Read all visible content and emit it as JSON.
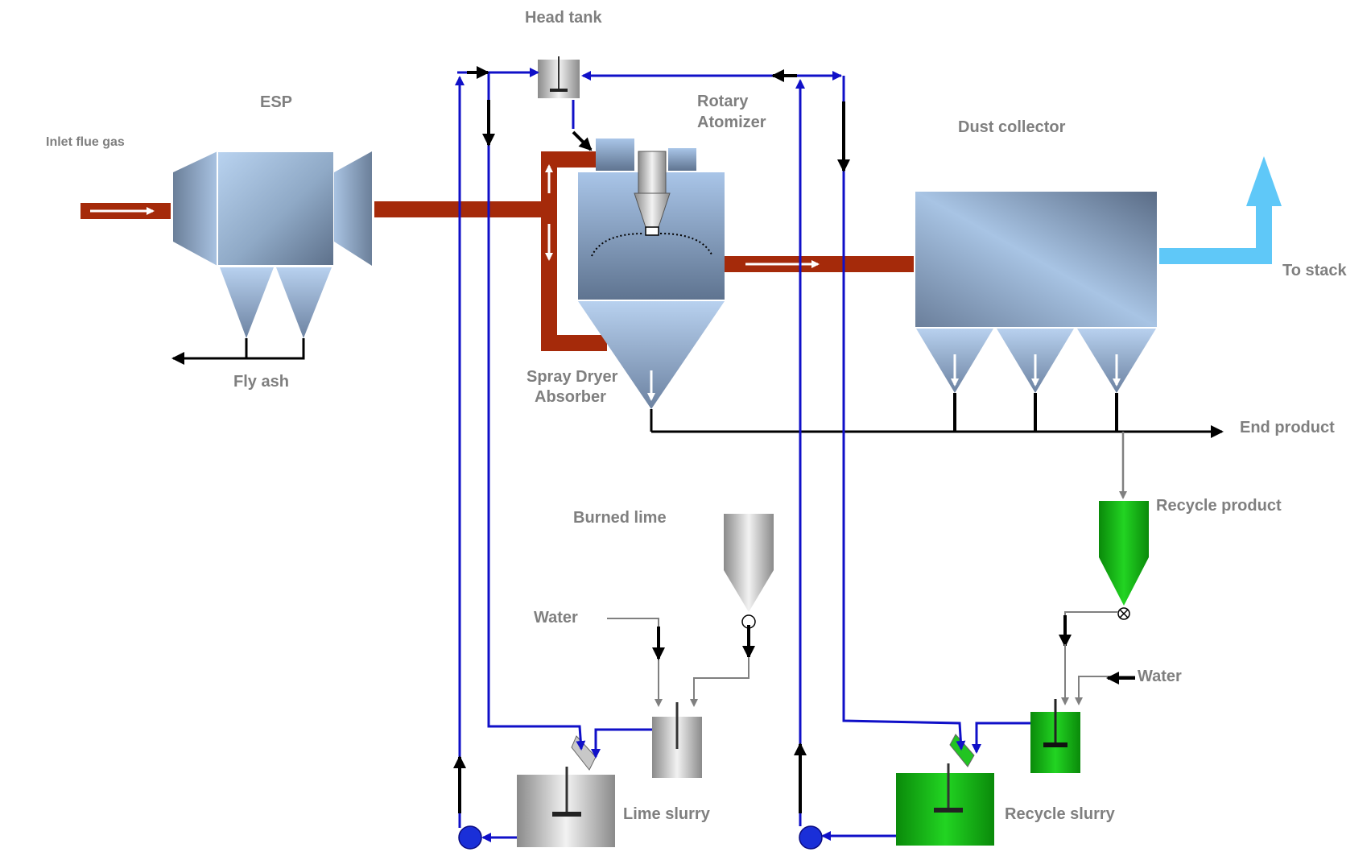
{
  "labels": {
    "head_tank": "Head tank",
    "esp": "ESP",
    "inlet_flue_gas": "Inlet  flue gas",
    "rotary_atomizer_1": "Rotary",
    "rotary_atomizer_2": "Atomizer",
    "dust_collector": "Dust collector",
    "to_stack": "To stack",
    "fly_ash": "Fly ash",
    "spray_dryer_1": "Spray Dryer",
    "spray_dryer_2": "Absorber",
    "end_product": "End product",
    "recycle_product": "Recycle product",
    "burned_lime": "Burned lime",
    "water_left": "Water",
    "water_right": "Water",
    "lime_slurry": "Lime slurry",
    "recycle_slurry": "Recycle slurry"
  },
  "colors": {
    "flue_gas": "#a52a0a",
    "slurry_line": "#1010c8",
    "clean_gas": "#5fc8f8",
    "recycle_green": "#1fc41f",
    "pump": "#1a2fd8"
  }
}
